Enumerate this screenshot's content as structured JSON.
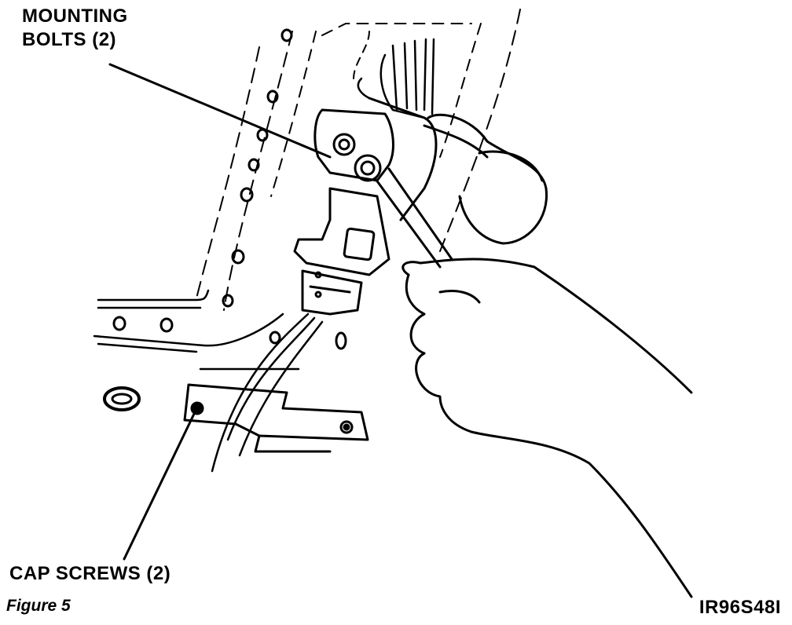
{
  "callouts": {
    "mounting_bolts_line1": "MOUNTING",
    "mounting_bolts_line2": "BOLTS (2)",
    "cap_screws": "CAP SCREWS (2)"
  },
  "figure": {
    "caption": "Figure 5",
    "id": "IR96S48I"
  }
}
